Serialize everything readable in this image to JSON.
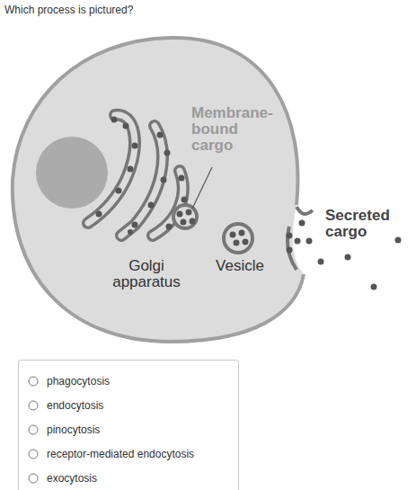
{
  "diagram": {
    "title": "Which process is pictured?",
    "nodes": [
      {
        "text": [
          "phagocytosis",
          "endocytosis",
          "pinocytosis",
          "receptor-mediated endocytosis",
          "exocytosis"
        ]
      }
    ],
    "labels": [
      "Membrane-bound cargo",
      "Secreted cargo",
      "Golgi apparatus",
      "Vesicle"
    ]
  }
}
